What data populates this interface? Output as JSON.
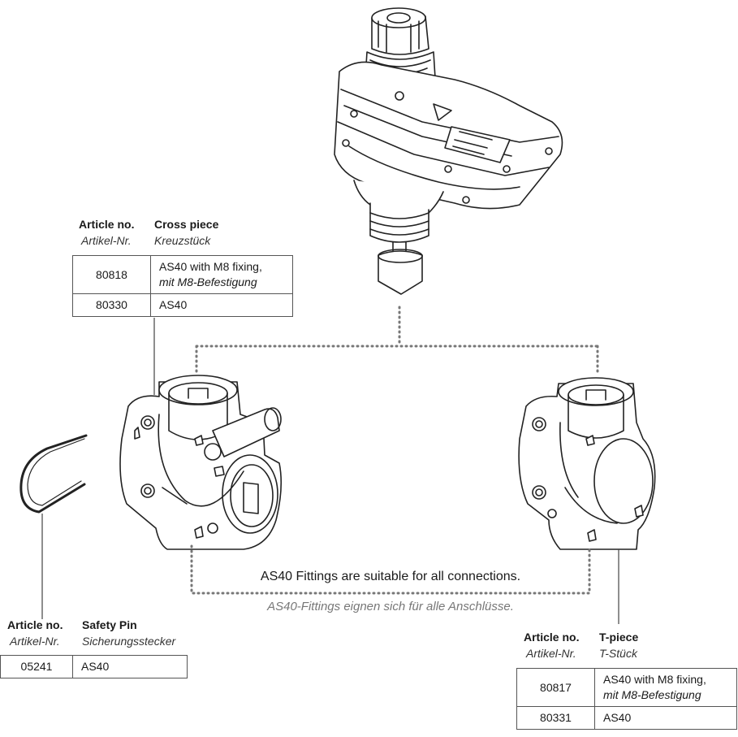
{
  "cross_piece": {
    "article_label": "Article no.",
    "article_label_de": "Artikel-Nr.",
    "name": "Cross piece",
    "name_de": "Kreuzstück",
    "rows": [
      {
        "number": "80818",
        "desc": "AS40 with M8 fixing,",
        "desc_de": "mit M8-Befestigung"
      },
      {
        "number": "80330",
        "desc": "AS40"
      }
    ]
  },
  "safety_pin": {
    "article_label": "Article no.",
    "article_label_de": "Artikel-Nr.",
    "name": "Safety Pin",
    "name_de": "Sicherungsstecker",
    "rows": [
      {
        "number": "05241",
        "desc": "AS40"
      }
    ]
  },
  "t_piece": {
    "article_label": "Article no.",
    "article_label_de": "Artikel-Nr.",
    "name": "T-piece",
    "name_de": "T-Stück",
    "rows": [
      {
        "number": "80817",
        "desc": "AS40 with M8 fixing,",
        "desc_de": "mit M8-Befestigung"
      },
      {
        "number": "80331",
        "desc": "AS40"
      }
    ]
  },
  "note": {
    "text": "AS40 Fittings are suitable for all connections.",
    "text_de": "AS40-Fittings eignen sich für alle Anschlüsse."
  }
}
